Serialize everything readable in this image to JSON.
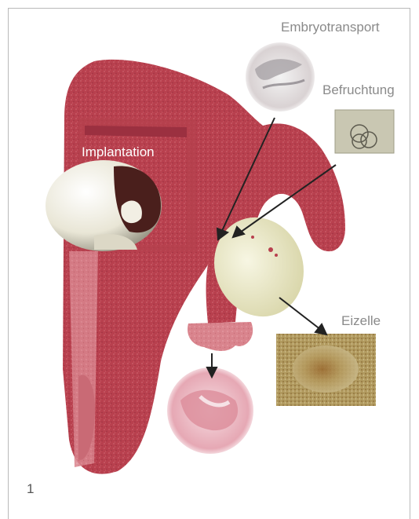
{
  "labels": {
    "embryotransport": "Embryotransport",
    "befruchtung": "Befruchtung",
    "implantation": "Implantation",
    "eizelle": "Eizelle"
  },
  "figure_number": "1",
  "colors": {
    "tissue": "#b8404e",
    "tissue_dark": "#8c2a37",
    "tissue_light": "#d88a92",
    "ovary": "#ecebcd",
    "arrow": "#222222",
    "label_gray": "#8a8a8a"
  },
  "icons": [
    "uterus-illustration",
    "embryo-photo",
    "embryotransport-photo",
    "befruchtung-photo",
    "eizelle-photo",
    "fimbriae-photo"
  ]
}
